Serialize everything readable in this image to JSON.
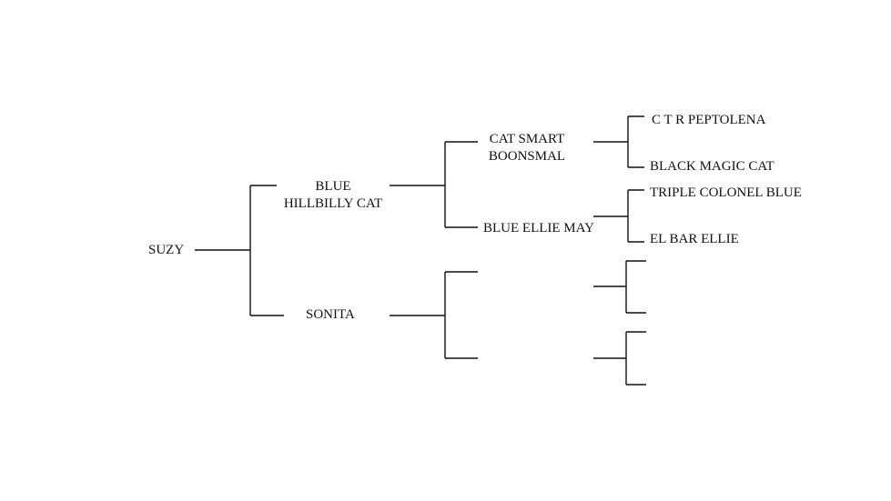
{
  "pedigree": {
    "subject": "SUZY",
    "sire": "BLUE\nHILLBILLY CAT",
    "dam": "SONITA",
    "sire_sire": "CAT SMART\nBOONSMAL",
    "sire_dam": "BLUE ELLIE MAY",
    "dam_sire": "",
    "dam_dam": "",
    "sire_sire_sire": "C T R PEPTOLENA",
    "sire_sire_dam": "BLACK MAGIC CAT",
    "sire_dam_sire": "TRIPLE COLONEL BLUE",
    "sire_dam_dam": "EL BAR ELLIE"
  },
  "colors": {
    "line": "#111111",
    "text": "#111111",
    "background": "#ffffff"
  }
}
